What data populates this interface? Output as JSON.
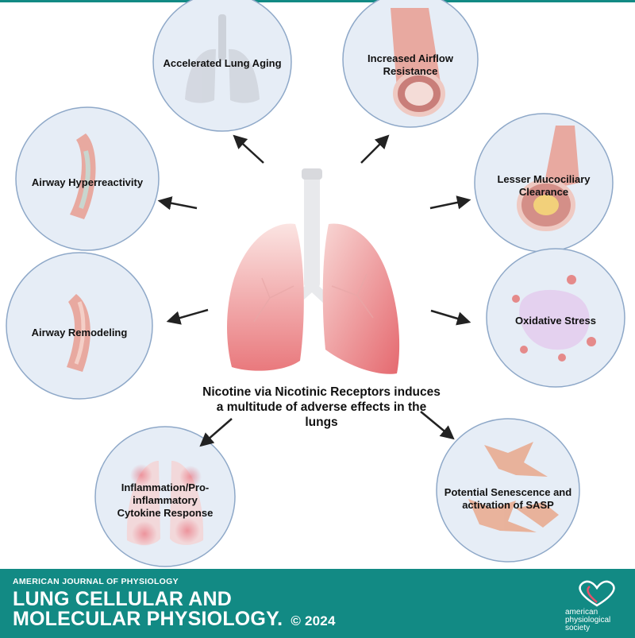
{
  "center_text": "Nicotine via Nicotinic Receptors induces a multitude of adverse effects in the lungs",
  "effects": [
    {
      "id": "lung-aging",
      "label": "Accelerated Lung Aging"
    },
    {
      "id": "airflow-resistance",
      "label": "Increased Airflow Resistance"
    },
    {
      "id": "airway-hyperreactivity",
      "label": "Airway Hyperreactivity"
    },
    {
      "id": "mucociliary-clearance",
      "label": "Lesser Mucociliary Clearance"
    },
    {
      "id": "airway-remodeling",
      "label": "Airway Remodeling"
    },
    {
      "id": "oxidative-stress",
      "label": "Oxidative Stress"
    },
    {
      "id": "inflammation",
      "label": "Inflammation/Pro-inflammatory Cytokine Response"
    },
    {
      "id": "senescence",
      "label": "Potential Senescence and activation of SASP"
    }
  ],
  "footer": {
    "journal_super": "AMERICAN JOURNAL OF PHYSIOLOGY",
    "journal_line1": "LUNG CELLULAR AND",
    "journal_line2": "MOLECULAR PHYSIOLOGY.",
    "copyright": "© 2024",
    "publisher": "american physiological society"
  },
  "colors": {
    "circle_fill": "#e6edf6",
    "circle_stroke": "#8ea8c8",
    "brand_teal": "#128a84",
    "lung_pink": "#ef9c9c",
    "airway_pink": "#e8a9a0"
  }
}
